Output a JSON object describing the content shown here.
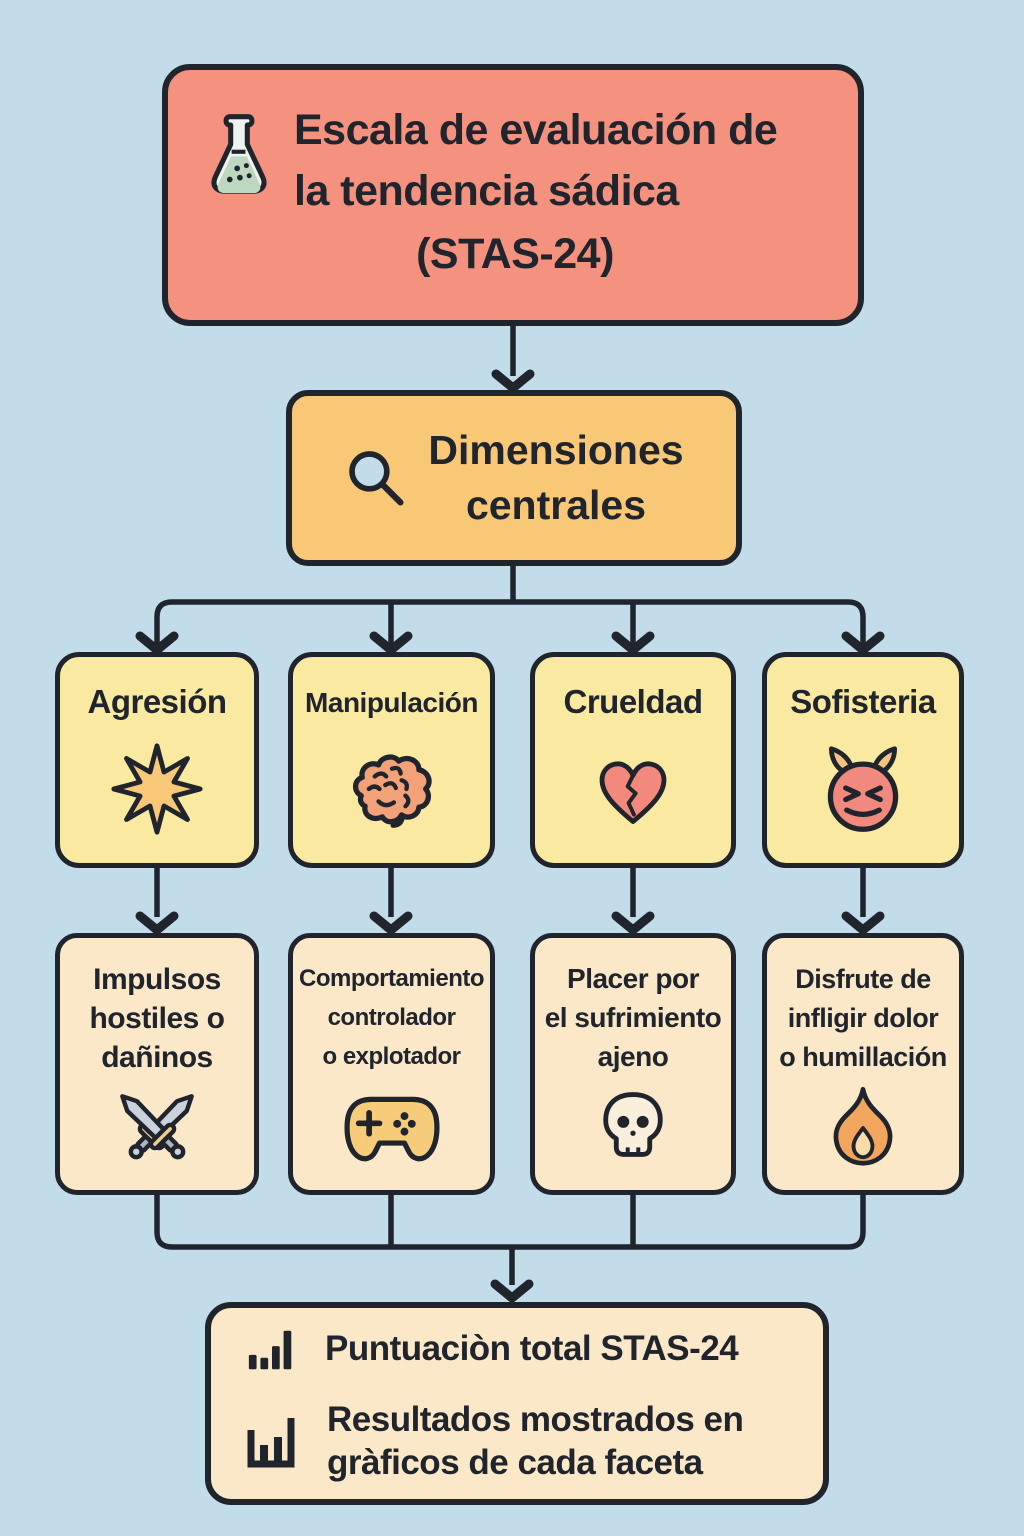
{
  "colors": {
    "background": "#C2DCE9",
    "outline": "#20252D",
    "title_box": "#F4917F",
    "dimensions_box": "#F9C877",
    "facet_box": "#F9E9A1",
    "description_box": "#FBE8C8"
  },
  "title": {
    "icon": "flask-icon",
    "line1": "Escala de evaluación de",
    "line2": "la tendencia sádica",
    "line3": "(STAS-24)"
  },
  "dimensions": {
    "icon": "magnifier-icon",
    "line1": "Dimensiones",
    "line2": "centrales"
  },
  "facets": [
    {
      "label": "Agresión",
      "icon": "starburst-icon",
      "desc_icon": "crossed-swords-icon",
      "desc_line1": "Impulsos",
      "desc_line2": "hostiles o",
      "desc_line3": "dañinos"
    },
    {
      "label": "Manipulación",
      "icon": "brain-icon",
      "desc_icon": "game-controller-icon",
      "desc_line1": "Comportamiento",
      "desc_line2": "controlador",
      "desc_line3": "o explotador"
    },
    {
      "label": "Crueldad",
      "icon": "broken-heart-icon",
      "desc_icon": "skull-icon",
      "desc_line1": "Placer por",
      "desc_line2": "el sufrimiento",
      "desc_line3": "ajeno"
    },
    {
      "label": "Sofisteria",
      "icon": "devil-face-icon",
      "desc_icon": "fire-icon",
      "desc_line1": "Disfrute de",
      "desc_line2": "infligir dolor",
      "desc_line3": "o humillación"
    }
  ],
  "results": {
    "row1_icon": "bar-chart-ascending-icon",
    "row1_text": "Puntuaciòn total STAS-24",
    "row2_icon": "bar-chart-frame-icon",
    "row2_line1": "Resultados mostrados en",
    "row2_line2": "gràficos de cada faceta"
  }
}
